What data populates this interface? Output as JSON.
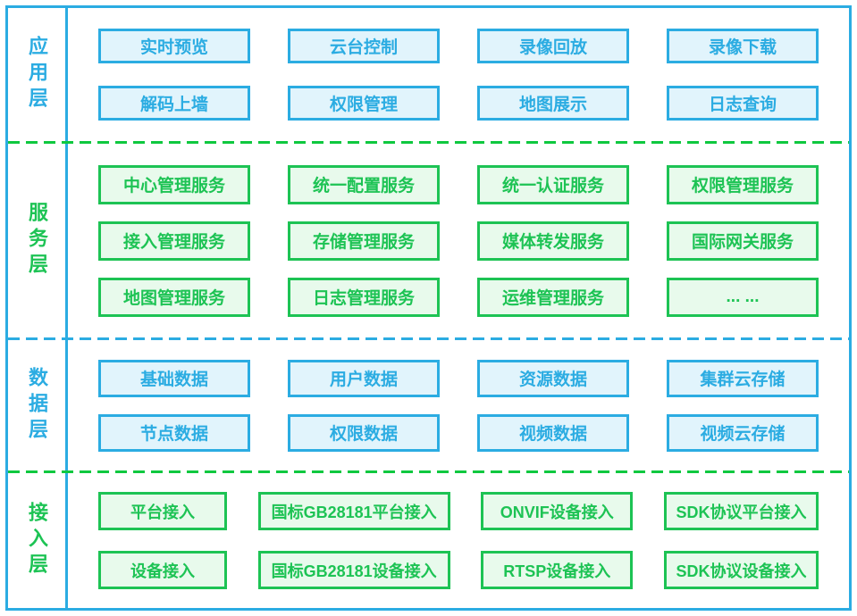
{
  "colors": {
    "blue": "#2BACE2",
    "blue_fill": "#E1F4FC",
    "blue_dash": "#2BACE2",
    "green": "#1DC354",
    "green_fill": "#E8FAEC",
    "green_dash": "#0FC83F"
  },
  "layers": [
    {
      "label": "应用层",
      "theme": "blue",
      "rows": [
        [
          "实时预览",
          "云台控制",
          "录像回放",
          "录像下载"
        ],
        [
          "解码上墙",
          "权限管理",
          "地图展示",
          "日志查询"
        ]
      ]
    },
    {
      "label": "服务层",
      "theme": "green",
      "rows": [
        [
          "中心管理服务",
          "统一配置服务",
          "统一认证服务",
          "权限管理服务"
        ],
        [
          "接入管理服务",
          "存储管理服务",
          "媒体转发服务",
          "国际网关服务"
        ],
        [
          "地图管理服务",
          "日志管理服务",
          "运维管理服务",
          "... ..."
        ]
      ]
    },
    {
      "label": "数据层",
      "theme": "blue",
      "rows": [
        [
          "基础数据",
          "用户数据",
          "资源数据",
          "集群云存储"
        ],
        [
          "节点数据",
          "权限数据",
          "视频数据",
          "视频云存储"
        ]
      ]
    },
    {
      "label": "接入层",
      "theme": "green",
      "rows": [
        [
          "平台接入",
          "国标GB28181平台接入",
          "ONVIF设备接入",
          "SDK协议平台接入"
        ],
        [
          "设备接入",
          "国标GB28181设备接入",
          "RTSP设备接入",
          "SDK协议设备接入"
        ]
      ]
    }
  ]
}
